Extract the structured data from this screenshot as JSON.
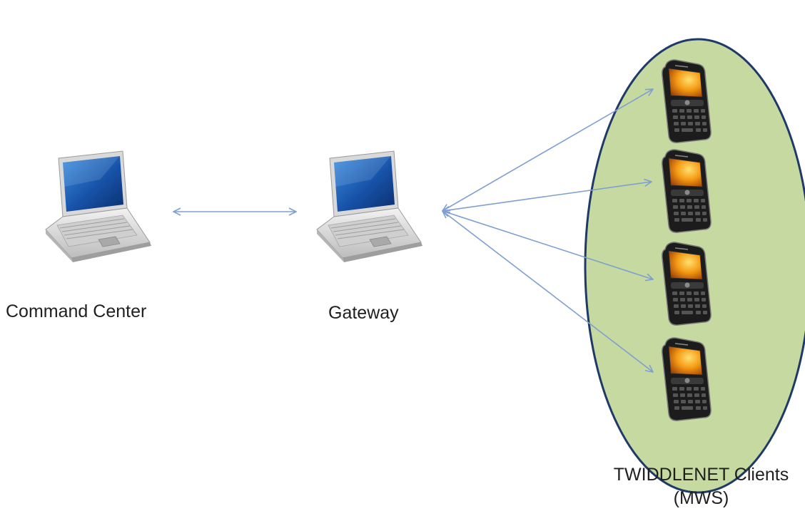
{
  "nodes": {
    "command_center": "Command Center",
    "gateway": "Gateway",
    "clients_line1": "TWIDDLENET Clients",
    "clients_line2": "(MWS)"
  },
  "colors": {
    "ellipse_fill": "#c6d9a0",
    "ellipse_stroke": "#1f3a68",
    "arrow": "#7f9fd0",
    "laptop_screen": "#1f5fb0",
    "laptop_body": "#dcdcdc",
    "phone_screen": "#f08a10",
    "phone_body": "#1c1c1c"
  },
  "edges": [
    {
      "from": "Command Center",
      "to": "Gateway",
      "direction": "bidirectional"
    },
    {
      "from": "Gateway",
      "to": "client-1",
      "direction": "bidirectional"
    },
    {
      "from": "Gateway",
      "to": "client-2",
      "direction": "bidirectional"
    },
    {
      "from": "Gateway",
      "to": "client-3",
      "direction": "bidirectional"
    },
    {
      "from": "Gateway",
      "to": "client-4",
      "direction": "bidirectional"
    }
  ],
  "icons": [
    "laptop-icon",
    "laptop-icon",
    "smartphone-icon",
    "smartphone-icon",
    "smartphone-icon",
    "smartphone-icon"
  ]
}
